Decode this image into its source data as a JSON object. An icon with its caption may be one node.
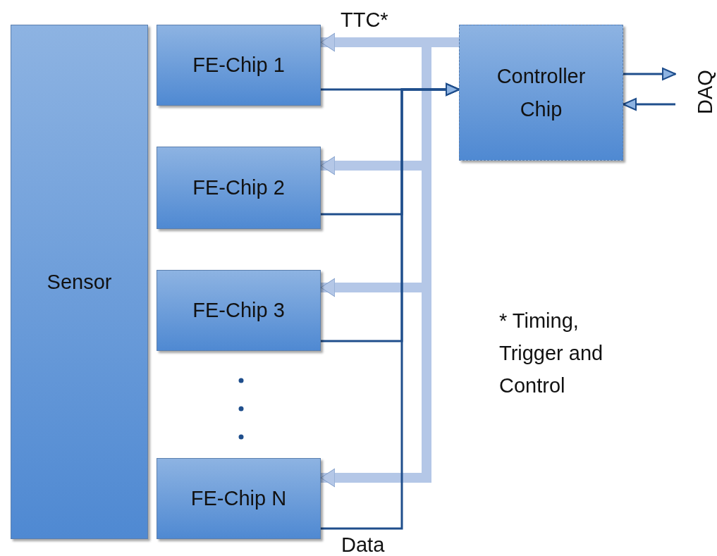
{
  "diagram": {
    "nodes": [
      {
        "text": [
          "Sensor"
        ]
      },
      {
        "text": [
          "FE-Chip 1"
        ]
      },
      {
        "text": [
          "FE-Chip 2"
        ]
      },
      {
        "text": [
          "FE-Chip 3"
        ]
      },
      {
        "text": [
          "FE-Chip N"
        ]
      },
      {
        "text": [
          "Controller Chip"
        ]
      },
      {
        "text": [
          "DAQ"
        ]
      }
    ],
    "edges": [
      {
        "from": 5,
        "to": 1,
        "arrow": "to",
        "style": "thick",
        "color": "#b4c7e7"
      },
      {
        "from": 5,
        "to": 2,
        "arrow": "to",
        "style": "thick",
        "color": "#b4c7e7"
      },
      {
        "from": 5,
        "to": 3,
        "arrow": "to",
        "style": "thick",
        "color": "#b4c7e7"
      },
      {
        "from": 5,
        "to": 4,
        "arrow": "to",
        "style": "thick",
        "color": "#b4c7e7"
      },
      {
        "from": 1,
        "to": 5,
        "arrow": "to"
      },
      {
        "from": 2,
        "to": 5,
        "arrow": "to"
      },
      {
        "from": 3,
        "to": 5,
        "arrow": "to"
      },
      {
        "from": 4,
        "to": 5,
        "arrow": "to"
      },
      {
        "from": 5,
        "to": 6,
        "arrow": "to"
      },
      {
        "from": 6,
        "to": 5,
        "arrow": "to"
      }
    ],
    "labels": [
      "TTC*",
      "* Timing, Trigger and Control",
      "Data"
    ]
  }
}
